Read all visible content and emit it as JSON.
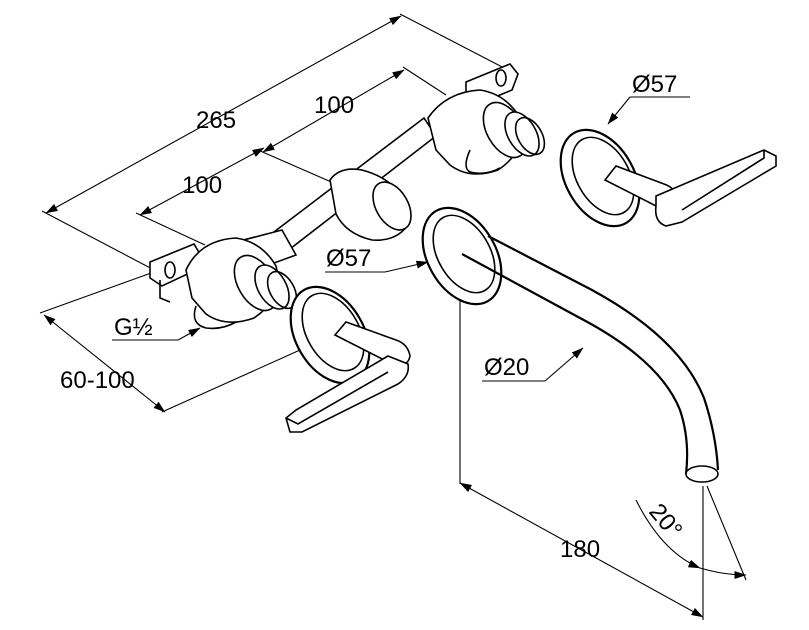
{
  "diagram": {
    "labels": {
      "overall_width": "265",
      "spacing_right": "100",
      "spacing_left": "100",
      "rosette_diameter_top": "Ø57",
      "rosette_diameter_middle": "Ø57",
      "thread": "G½",
      "wall_depth": "60-100",
      "spout_diameter": "Ø20",
      "spout_projection": "180",
      "spout_angle": "20°"
    }
  }
}
